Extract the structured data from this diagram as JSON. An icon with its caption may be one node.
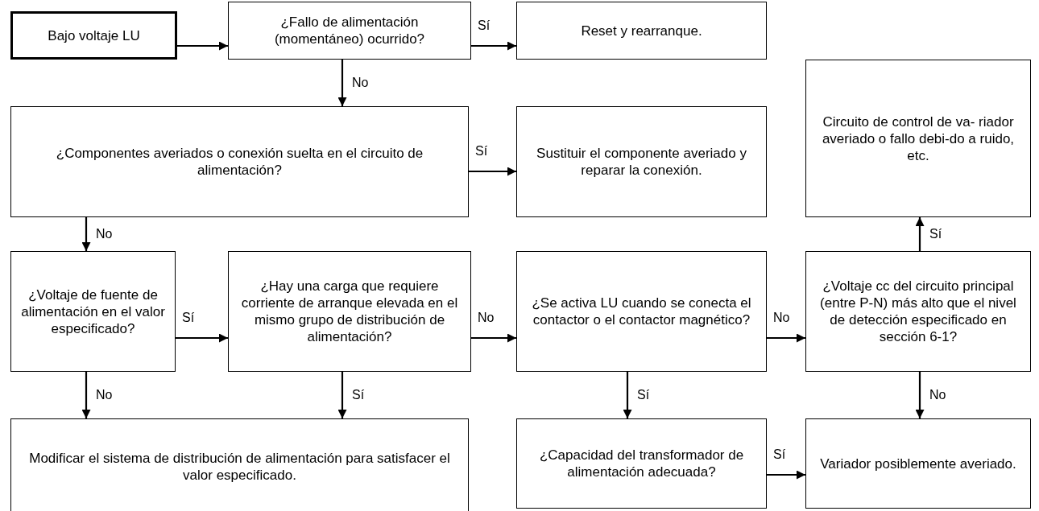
{
  "diagram": {
    "nodes": [
      {
        "text": [
          "Bajo voltaje LU"
        ]
      },
      {
        "text": [
          "¿Fallo de alimentación (momentáneo) ocurrido?"
        ]
      },
      {
        "text": [
          "Reset y rearranque."
        ]
      },
      {
        "text": [
          "¿Componentes averiados o conexión suelta en el circuito de alimentación?"
        ]
      },
      {
        "text": [
          "Sustituir el componente averiado y reparar la conexión."
        ]
      },
      {
        "text": [
          "Circuito de control de va- riador averiado o fallo debi-do a ruido, etc."
        ]
      },
      {
        "text": [
          "¿Voltaje de fuente de alimentación en el valor especificado?"
        ]
      },
      {
        "text": [
          "¿Hay una carga que requiere corriente de arranque elevada en el mismo grupo de distribución de alimentación?"
        ]
      },
      {
        "text": [
          "¿Se activa LU cuando se conecta el contactor o el contactor magnético?"
        ]
      },
      {
        "text": [
          "¿Voltaje cc del circuito principal (entre P-N) más alto que el nivel de detección especificado en sección 6-1?"
        ]
      },
      {
        "text": [
          "Modificar el sistema de distribución de alimentación para satisfacer el valor especificado."
        ]
      },
      {
        "text": [
          "¿Capacidad del transformador de alimentación adecuada?"
        ]
      },
      {
        "text": [
          "Variador posiblemente averiado."
        ]
      }
    ],
    "edges": [
      {
        "from": 0,
        "to": 1,
        "arrow": "to"
      },
      {
        "from": 1,
        "to": 2,
        "arrow": "to",
        "label": "Sí"
      },
      {
        "from": 1,
        "to": 3,
        "arrow": "to",
        "label": "No"
      },
      {
        "from": 3,
        "to": 4,
        "arrow": "to",
        "label": "Sí"
      },
      {
        "from": 3,
        "to": 6,
        "arrow": "to",
        "label": "No"
      },
      {
        "from": 6,
        "to": 7,
        "arrow": "to",
        "label": "Sí"
      },
      {
        "from": 7,
        "to": 8,
        "arrow": "to",
        "label": "No"
      },
      {
        "from": 8,
        "to": 9,
        "arrow": "to",
        "label": "No"
      },
      {
        "from": 9,
        "to": 5,
        "arrow": "to",
        "label": "Sí"
      },
      {
        "from": 6,
        "to": 10,
        "arrow": "to",
        "label": "No"
      },
      {
        "from": 7,
        "to": 10,
        "arrow": "to",
        "label": "Sí"
      },
      {
        "from": 8,
        "to": 11,
        "arrow": "to",
        "label": "Sí"
      },
      {
        "from": 9,
        "to": 12,
        "arrow": "to",
        "label": "No"
      },
      {
        "from": 11,
        "to": 12,
        "arrow": "to",
        "label": "Sí"
      }
    ]
  }
}
